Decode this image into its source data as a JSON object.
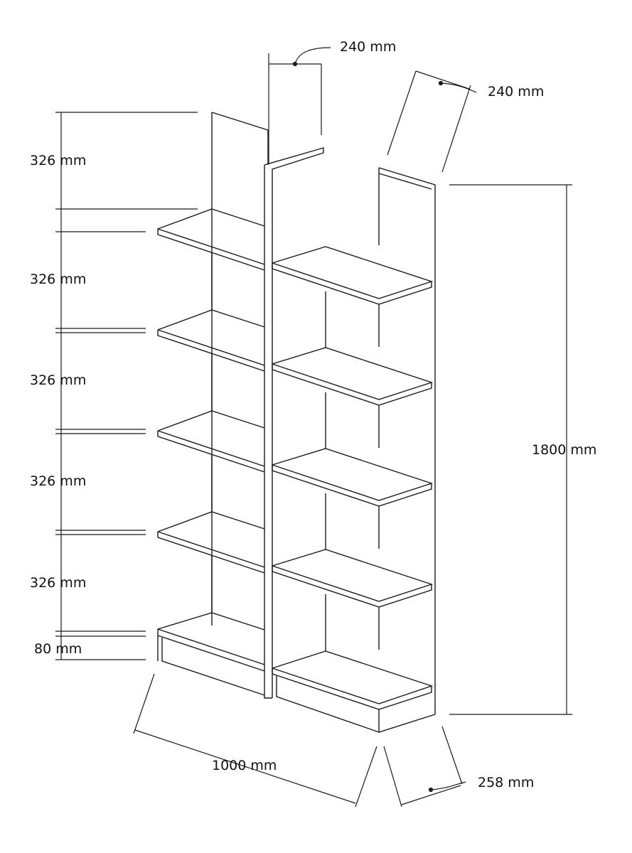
{
  "title": "Bookshelf dimensions",
  "colors": {
    "line": "#1a1a1a",
    "background": "#ffffff"
  },
  "dimensions": {
    "top_depth": "240 mm",
    "side_depth": "240 mm",
    "height_total": "1800 mm",
    "shelf_spacing": [
      "326 mm",
      "326 mm",
      "326 mm",
      "326 mm",
      "326 mm"
    ],
    "base_height": "80 mm",
    "width_total": "1000 mm",
    "bottom_depth": "258 mm"
  }
}
